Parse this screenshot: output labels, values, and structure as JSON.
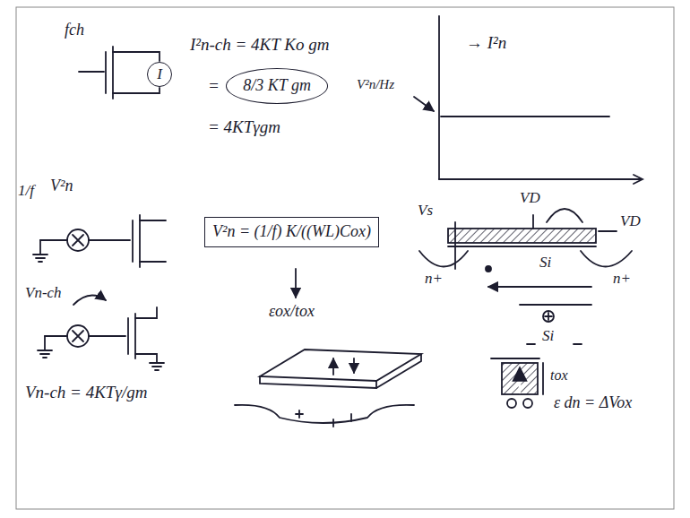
{
  "diagram": {
    "nodes": [
      {
        "text": [
          "I"
        ]
      },
      {
        "text": [
          "8/3 KT gm"
        ]
      },
      {
        "text": [
          "V²n = (1/f) K/((WL)Cox)"
        ]
      }
    ],
    "labels": [
      "fch",
      "I²n-ch = 4KT Ko gm",
      "=",
      "= 4KTγgm",
      "V²n/Hz",
      "→ I²n",
      "1/f",
      "V²n",
      "Vs",
      "VD",
      "VD",
      "n+",
      "Si",
      "n+",
      "Si",
      "tox",
      "ε dn = ΔVox",
      "Vn-ch",
      "Vn-ch = 4KTγ/gm",
      "εox/tox"
    ]
  }
}
